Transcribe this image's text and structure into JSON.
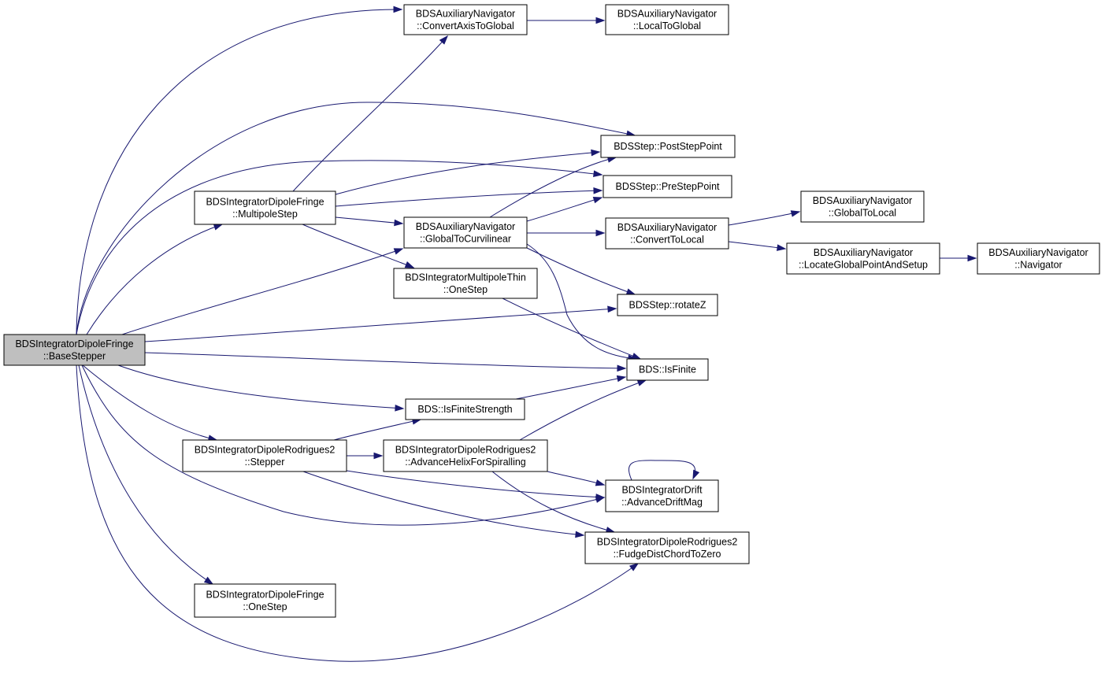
{
  "colors": {
    "edge": "#191970",
    "node_border": "#000000",
    "node_fill": "#ffffff",
    "root_fill": "#bfbfbf",
    "text": "#000000"
  },
  "nodes": [
    {
      "id": "base_stepper",
      "lines": [
        "BDSIntegratorDipoleFringe",
        "::BaseStepper"
      ],
      "highlighted": true
    },
    {
      "id": "convert_axis_to_global",
      "lines": [
        "BDSAuxiliaryNavigator",
        "::ConvertAxisToGlobal"
      ]
    },
    {
      "id": "local_to_global",
      "lines": [
        "BDSAuxiliaryNavigator",
        "::LocalToGlobal"
      ]
    },
    {
      "id": "post_step_point",
      "lines": [
        "BDSStep::PostStepPoint"
      ]
    },
    {
      "id": "pre_step_point",
      "lines": [
        "BDSStep::PreStepPoint"
      ]
    },
    {
      "id": "multipole_step",
      "lines": [
        "BDSIntegratorDipoleFringe",
        "::MultipoleStep"
      ]
    },
    {
      "id": "global_to_curvilinear",
      "lines": [
        "BDSAuxiliaryNavigator",
        "::GlobalToCurvilinear"
      ]
    },
    {
      "id": "global_to_local",
      "lines": [
        "BDSAuxiliaryNavigator",
        "::GlobalToLocal"
      ]
    },
    {
      "id": "convert_to_local",
      "lines": [
        "BDSAuxiliaryNavigator",
        "::ConvertToLocal"
      ]
    },
    {
      "id": "locate_global_point",
      "lines": [
        "BDSAuxiliaryNavigator",
        "::LocateGlobalPointAndSetup"
      ]
    },
    {
      "id": "navigator",
      "lines": [
        "BDSAuxiliaryNavigator",
        "::Navigator"
      ]
    },
    {
      "id": "multipole_thin_onestep",
      "lines": [
        "BDSIntegratorMultipoleThin",
        "::OneStep"
      ]
    },
    {
      "id": "rotate_z",
      "lines": [
        "BDSStep::rotateZ"
      ]
    },
    {
      "id": "is_finite",
      "lines": [
        "BDS::IsFinite"
      ]
    },
    {
      "id": "is_finite_strength",
      "lines": [
        "BDS::IsFiniteStrength"
      ]
    },
    {
      "id": "rodrigues2_stepper",
      "lines": [
        "BDSIntegratorDipoleRodrigues2",
        "::Stepper"
      ]
    },
    {
      "id": "advance_helix",
      "lines": [
        "BDSIntegratorDipoleRodrigues2",
        "::AdvanceHelixForSpiralling"
      ]
    },
    {
      "id": "advance_drift_mag",
      "lines": [
        "BDSIntegratorDrift",
        "::AdvanceDriftMag"
      ]
    },
    {
      "id": "fudge_dist_chord",
      "lines": [
        "BDSIntegratorDipoleRodrigues2",
        "::FudgeDistChordToZero"
      ]
    },
    {
      "id": "fringe_onestep",
      "lines": [
        "BDSIntegratorDipoleFringe",
        "::OneStep"
      ]
    }
  ],
  "edges": [
    [
      "base_stepper",
      "convert_axis_to_global"
    ],
    [
      "base_stepper",
      "post_step_point"
    ],
    [
      "base_stepper",
      "pre_step_point"
    ],
    [
      "base_stepper",
      "multipole_step"
    ],
    [
      "base_stepper",
      "global_to_curvilinear"
    ],
    [
      "base_stepper",
      "rotate_z"
    ],
    [
      "base_stepper",
      "is_finite"
    ],
    [
      "base_stepper",
      "is_finite_strength"
    ],
    [
      "base_stepper",
      "rodrigues2_stepper"
    ],
    [
      "base_stepper",
      "advance_drift_mag"
    ],
    [
      "base_stepper",
      "fringe_onestep"
    ],
    [
      "base_stepper",
      "fudge_dist_chord"
    ],
    [
      "convert_axis_to_global",
      "local_to_global"
    ],
    [
      "multipole_step",
      "convert_axis_to_global"
    ],
    [
      "multipole_step",
      "post_step_point"
    ],
    [
      "multipole_step",
      "pre_step_point"
    ],
    [
      "multipole_step",
      "global_to_curvilinear"
    ],
    [
      "multipole_step",
      "multipole_thin_onestep"
    ],
    [
      "global_to_curvilinear",
      "post_step_point"
    ],
    [
      "global_to_curvilinear",
      "pre_step_point"
    ],
    [
      "global_to_curvilinear",
      "convert_to_local"
    ],
    [
      "global_to_curvilinear",
      "rotate_z"
    ],
    [
      "global_to_curvilinear",
      "is_finite"
    ],
    [
      "convert_to_local",
      "global_to_local"
    ],
    [
      "convert_to_local",
      "locate_global_point"
    ],
    [
      "locate_global_point",
      "navigator"
    ],
    [
      "multipole_thin_onestep",
      "is_finite"
    ],
    [
      "is_finite_strength",
      "is_finite"
    ],
    [
      "rodrigues2_stepper",
      "is_finite_strength"
    ],
    [
      "rodrigues2_stepper",
      "advance_helix"
    ],
    [
      "rodrigues2_stepper",
      "advance_drift_mag"
    ],
    [
      "rodrigues2_stepper",
      "fudge_dist_chord"
    ],
    [
      "advance_helix",
      "is_finite"
    ],
    [
      "advance_helix",
      "advance_drift_mag"
    ],
    [
      "advance_helix",
      "fudge_dist_chord"
    ],
    [
      "advance_drift_mag",
      "advance_drift_mag"
    ]
  ]
}
